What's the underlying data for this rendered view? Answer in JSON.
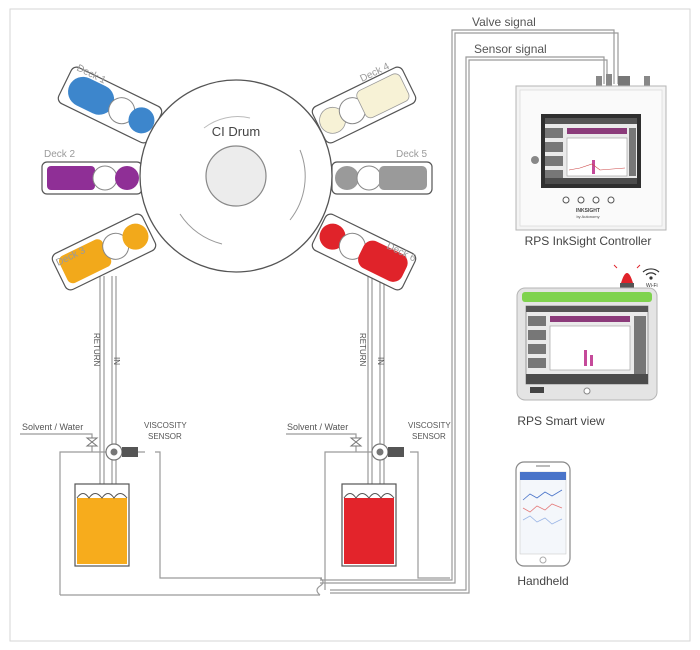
{
  "labels": {
    "valve_signal": "Valve signal",
    "sensor_signal": "Sensor signal",
    "drum": "CI Drum",
    "controller": "RPS InkSight Controller",
    "smart_view": "RPS Smart view",
    "handheld": "Handheld",
    "return": "RETURN",
    "in": "IN",
    "solvent_water": "Solvent / Water",
    "viscosity_line1": "VISCOSITY",
    "viscosity_line2": "SENSOR",
    "inksight_brand": "INKSIGHT",
    "inksight_sub": "by Autonomy",
    "wifi": "Wi-Fi"
  },
  "decks": [
    {
      "label": "Deck 1",
      "color": "#3d86cc"
    },
    {
      "label": "Deck 2",
      "color": "#8f2f96"
    },
    {
      "label": "Deck 3",
      "color": "#f2a91b"
    },
    {
      "label": "Deck 4",
      "color": "#f7f2d6"
    },
    {
      "label": "Deck 5",
      "color": "#9a9a9a"
    },
    {
      "label": "Deck 6",
      "color": "#e0232a"
    }
  ],
  "tanks": [
    {
      "name": "left-tank",
      "color": "#f7ac1c"
    },
    {
      "name": "right-tank",
      "color": "#e3242b"
    }
  ],
  "colors": {
    "line": "#9a9a9a",
    "text": "#555555",
    "deck_label": "#9a9a9a",
    "smartview_bar": "#7fd34e",
    "beacon": "#e0232a",
    "screen_accent": "#8b3b7a"
  }
}
